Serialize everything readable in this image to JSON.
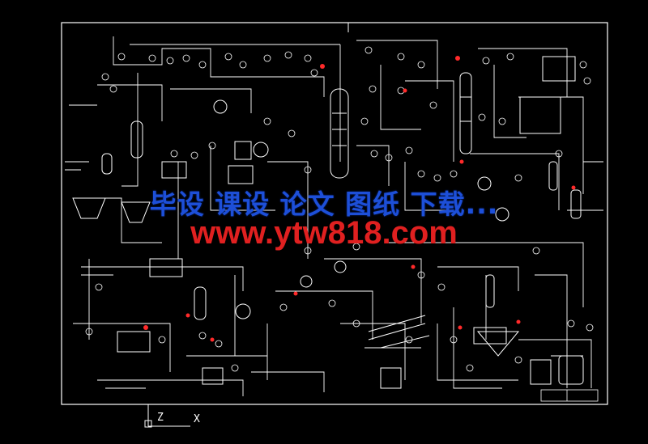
{
  "watermark": {
    "line1": "毕设 课设 论文 图纸 下载...",
    "line2": "www.ytw818.com"
  },
  "ucs": {
    "z_label": "Z",
    "x_label": "X"
  },
  "colors": {
    "background": "#000000",
    "linework": "#ffffff",
    "highlight": "#ff2a2a",
    "watermark_blue": "#1d4fd8",
    "watermark_red": "#e02020"
  }
}
